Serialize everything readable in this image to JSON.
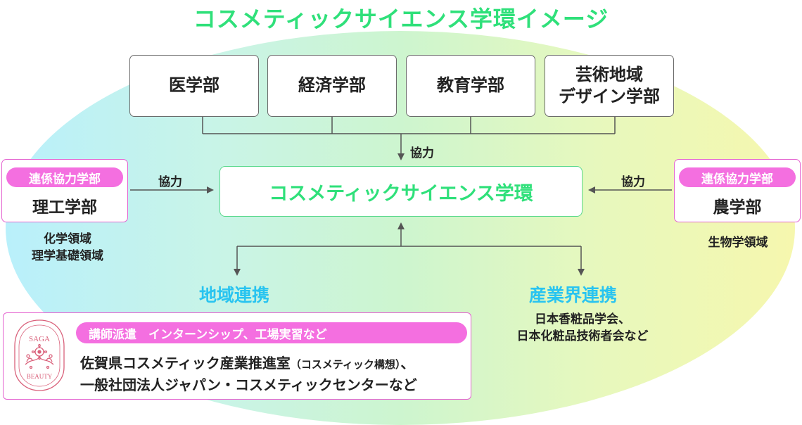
{
  "title": "コスメティックサイエンス学環イメージ",
  "departments": [
    "医学部",
    "経済学部",
    "教育学部",
    "芸術地域\nデザイン学部"
  ],
  "top_collab": "協力",
  "central": "コスメティックサイエンス学環",
  "left": {
    "pill": "連係協力学部",
    "name": "理工学部",
    "collab": "協力",
    "notes": [
      "化学領域",
      "理学基礎領域"
    ]
  },
  "right": {
    "pill": "連係協力学部",
    "name": "農学部",
    "collab": "協力",
    "notes": [
      "生物学領域"
    ]
  },
  "regional": {
    "heading": "地域連携",
    "pill": "講師派遣　インターンシップ、工場実習など",
    "line1_main": "佐賀県コスメティック産業推進室",
    "line1_small": "（コスメティック構想）",
    "line1_end": "、",
    "line2": "一般社団法人ジャパン・コスメティックセンターなど"
  },
  "industry": {
    "heading": "産業界連携",
    "notes": [
      "日本香粧品学会、",
      "日本化粧品技術者会など"
    ]
  },
  "logo": {
    "text_top": "SAGA",
    "text_bottom": "BEAUTY",
    "color": "#d9607a"
  },
  "colors": {
    "title_green": "#2fe07a",
    "accent_pink": "#f46fe0",
    "heading_cyan": "#29c4f0"
  }
}
